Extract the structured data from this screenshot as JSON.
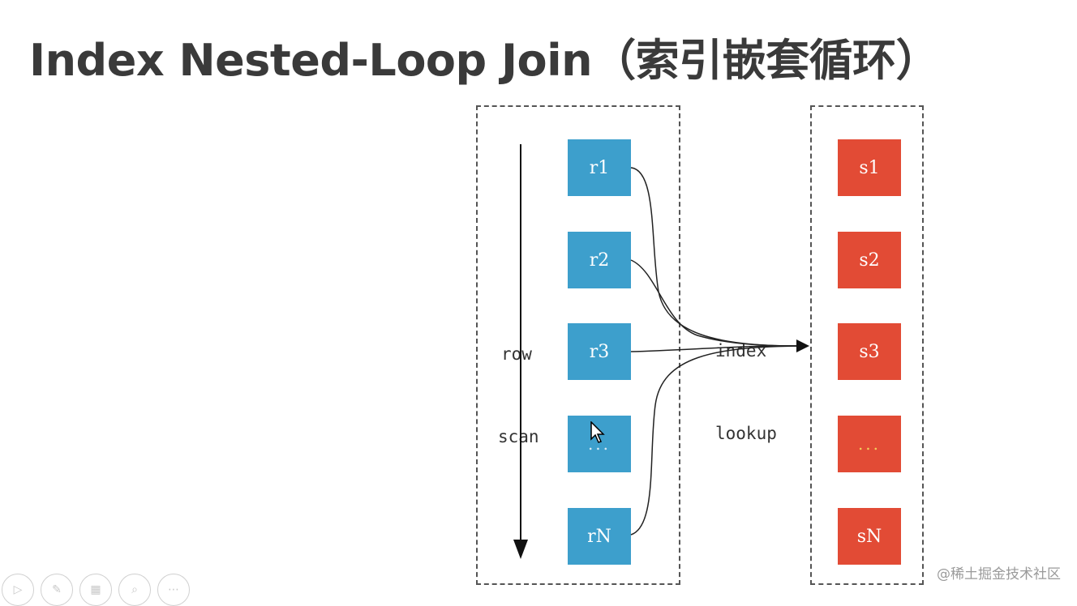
{
  "title": "Index Nested-Loop Join（索引嵌套循环）",
  "left_boxes": [
    "r1",
    "r2",
    "r3",
    "...",
    "rN"
  ],
  "right_boxes": [
    "s1",
    "s2",
    "s3",
    "...",
    "sN"
  ],
  "row_scan_label": [
    "row",
    "scan"
  ],
  "index_lookup_label": [
    "index",
    "lookup"
  ],
  "watermark": "@稀土掘金技术社区",
  "toolbar_icons": [
    "play-icon",
    "pen-icon",
    "slides-icon",
    "zoom-icon",
    "more-icon"
  ],
  "colors": {
    "left_box": "#3d9fcc",
    "right_box": "#e24b35",
    "ellipsis_right": "#f2d15a"
  }
}
